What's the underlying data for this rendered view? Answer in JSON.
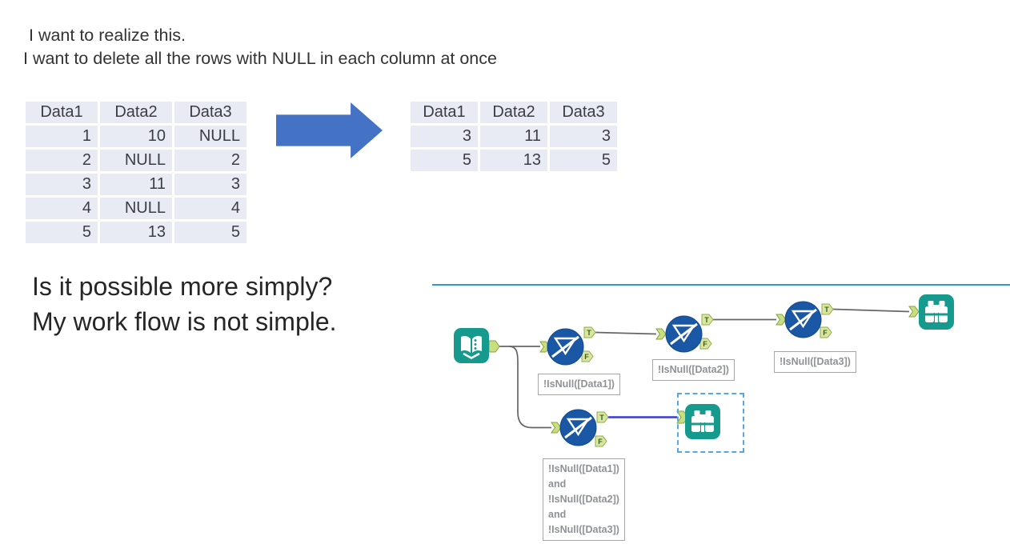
{
  "intro": {
    "line1": "I want to realize this.",
    "line2": "I want to delete all the rows with NULL in each column at once"
  },
  "before_table": {
    "headers": [
      "Data1",
      "Data2",
      "Data3"
    ],
    "rows": [
      [
        "1",
        "10",
        "NULL"
      ],
      [
        "2",
        "NULL",
        "2"
      ],
      [
        "3",
        "11",
        "3"
      ],
      [
        "4",
        "NULL",
        "4"
      ],
      [
        "5",
        "13",
        "5"
      ]
    ]
  },
  "after_table": {
    "headers": [
      "Data1",
      "Data2",
      "Data3"
    ],
    "rows": [
      [
        "3",
        "11",
        "3"
      ],
      [
        "5",
        "13",
        "5"
      ]
    ]
  },
  "question": {
    "line1": "Is it possible more simply?",
    "line2": "My work flow is not simple."
  },
  "workflow": {
    "annotations": {
      "filter1": "!IsNull([Data1])",
      "filter2": "!IsNull([Data2])",
      "filter3": "!IsNull([Data3])",
      "combined_lines": [
        "!IsNull([Data1])",
        "and",
        "!IsNull([Data2])",
        "and",
        "!IsNull([Data3])"
      ]
    },
    "anchor_labels": {
      "t": "T",
      "f": "F"
    }
  },
  "colors": {
    "teal_tool": "#169a8d",
    "filter_blue": "#1a57a5",
    "anchor_fill": "#d9e5a0",
    "anchor_border": "#8fae45",
    "arrow_blue": "#4472c4",
    "divider_blue": "#2f9ad2",
    "selected_wire": "#3a3ad6",
    "wire_gray": "#666666",
    "table_cell_bg": "#e9ebf4",
    "label_text": "#8e9296",
    "selection_dash": "#57a7e2"
  }
}
